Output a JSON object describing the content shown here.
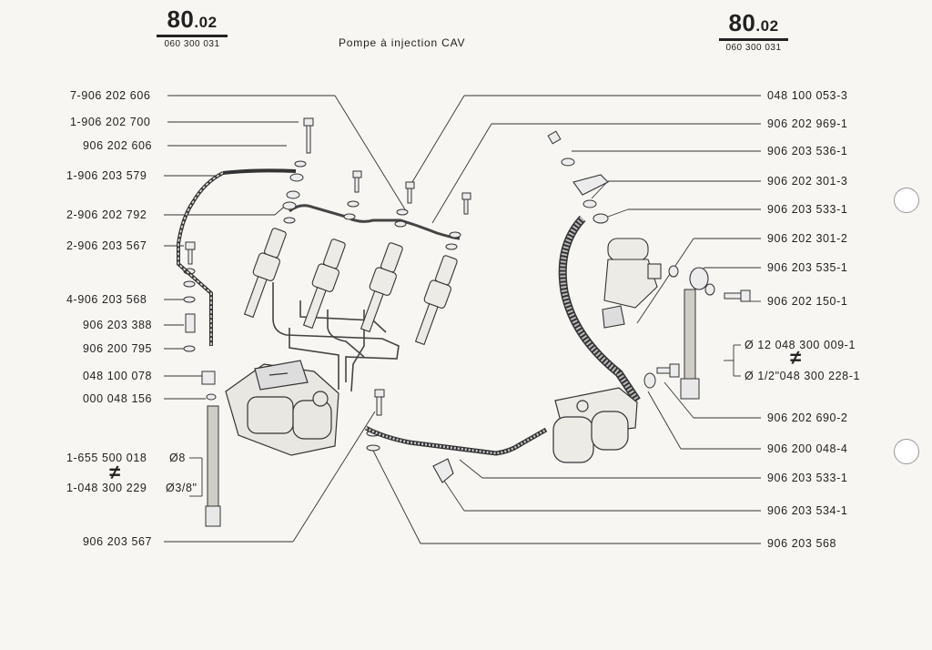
{
  "header_left": {
    "page_number": "80",
    "page_suffix": ".02",
    "code": "060 300 031"
  },
  "header_right": {
    "page_number": "80",
    "page_suffix": ".02",
    "code": "060 300 031"
  },
  "title": "Pompe à injection CAV",
  "left_labels": [
    "7-906 202 606",
    "1-906 202 700",
    "906 202 606",
    "1-906 203 579",
    "2-906 202 792",
    "2-906 203 567",
    "4-906 203 568",
    "906 203 388",
    "906 200 795",
    "048 100 078",
    "000 048 156",
    "1-655 500 018",
    "1-048 300 229",
    "906 203 567"
  ],
  "left_diameters": [
    "Ø8",
    "Ø3/8\""
  ],
  "right_labels": [
    "048 100 053-3",
    "906 202 969-1",
    "906 203 536-1",
    "906 202 301-3",
    "906 203 533-1",
    "906 202 301-2",
    "906 203 535-1",
    "906 202 150-1",
    "Ø 12 048 300 009-1",
    "Ø 1/2\"048 300 228-1",
    "906 202 690-2",
    "906 200 048-4",
    "906 203 533-1",
    "906 203 534-1",
    "906 203 568"
  ],
  "not_equal_symbol": "≠"
}
